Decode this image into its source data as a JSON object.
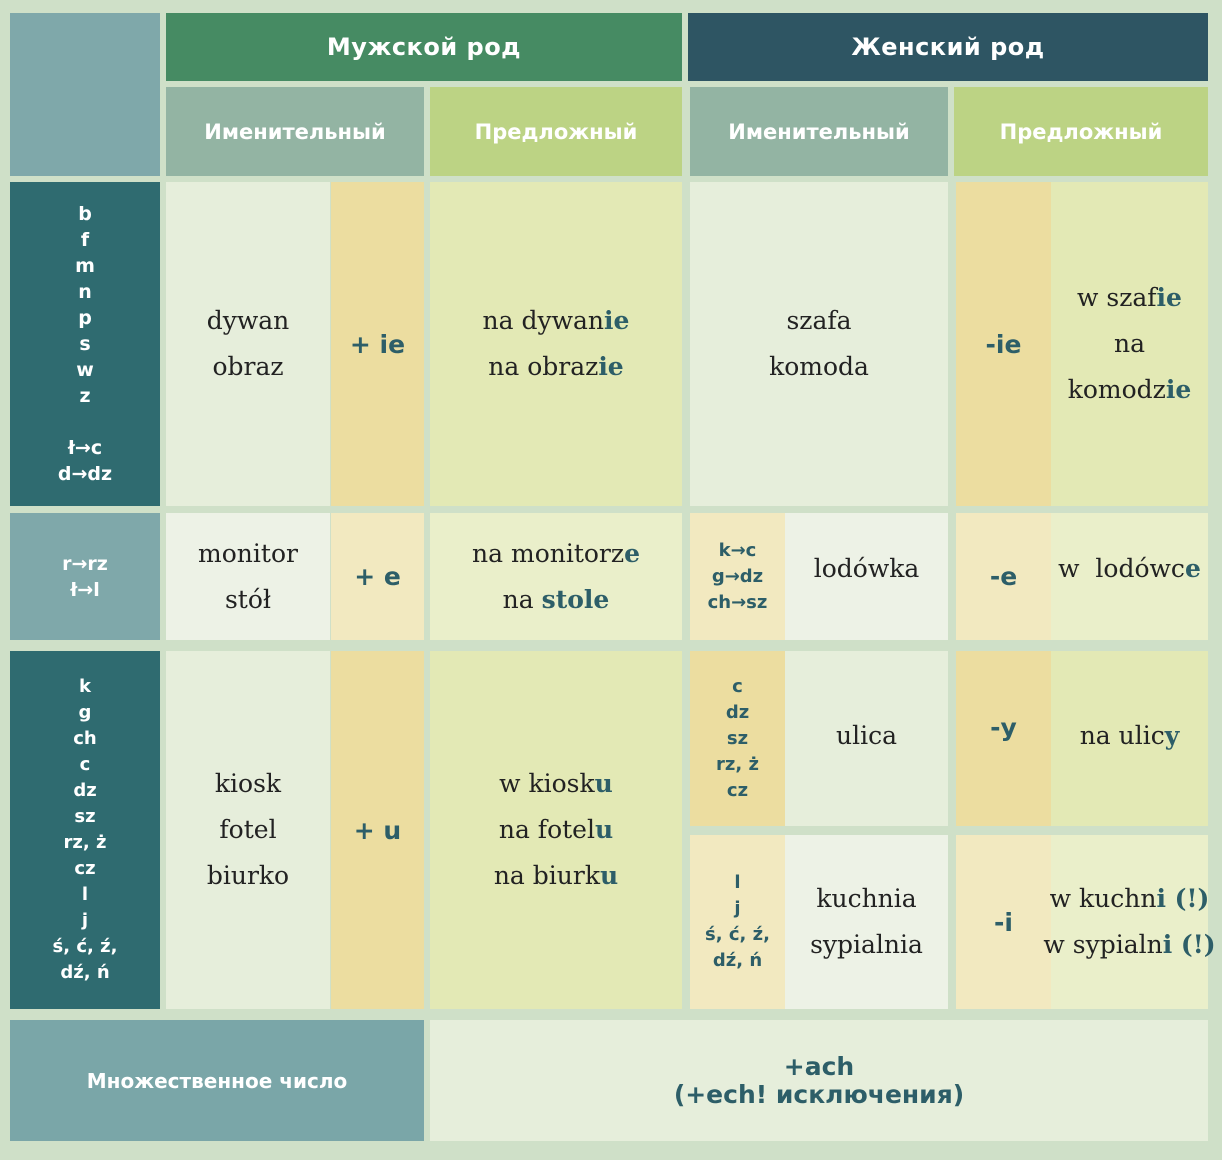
{
  "colors": {
    "background": "#cfe0c8",
    "masculine_header": "#468b63",
    "feminine_header": "#2e5563",
    "nominative_header": "#93b4a3",
    "prepositional_header": "#bcd384",
    "stem_column_dark": "#2f6b70",
    "stem_column_light": "#7fa8aa",
    "word_cell": "#e6eedb",
    "suffix_cell": "#ecdda0",
    "prepositional_cell": "#e3e9b5",
    "plural_label": "#7aa6a8",
    "plural_value": "#e6eedb",
    "ending_text": "#2d5e68"
  },
  "header": {
    "masculine": "Мужской род",
    "feminine": "Женский род",
    "nominative_m": "Именительный",
    "prepositional_m": "Предложный",
    "nominative_f": "Именительный",
    "prepositional_f": "Предложный"
  },
  "row1": {
    "stems": [
      "b",
      "f",
      "m",
      "n",
      "p",
      "s",
      "w",
      "z"
    ],
    "alternations": [
      "ł→c",
      "d→dz"
    ],
    "masc_words": [
      "dywan",
      "obraz"
    ],
    "masc_suffix": "+ ie",
    "masc_prep": [
      {
        "base": "na dywan",
        "ending": "ie"
      },
      {
        "base": "na obraz",
        "ending": "ie"
      }
    ],
    "fem_words": [
      "szafa",
      "komoda"
    ],
    "fem_suffix": "-ie",
    "fem_prep": [
      {
        "base": "w szaf",
        "ending": "ie"
      },
      {
        "base": "na komodz",
        "ending": "ie"
      }
    ]
  },
  "row2": {
    "stems": [
      "r→rz",
      "ł→l"
    ],
    "masc_words": [
      "monitor",
      "stół"
    ],
    "masc_suffix": "+ e",
    "masc_prep": [
      {
        "base": "na monitorz",
        "ending": "e"
      },
      {
        "base": "na ",
        "ending": "stole"
      }
    ],
    "fem_cons": [
      "k→c",
      "g→dz",
      "ch→sz"
    ],
    "fem_word": "lodówka",
    "fem_suffix": "-e",
    "fem_prep": {
      "base": "w  lodówc",
      "ending": "e"
    }
  },
  "row3": {
    "stems": [
      "k",
      "g",
      "ch",
      "c",
      "dz",
      "sz",
      "rz, ż",
      "cz",
      "l",
      "j",
      "ś, ć, ź,",
      "dź, ń"
    ],
    "masc_words": [
      "kiosk",
      "fotel",
      "biurko"
    ],
    "masc_suffix": "+ u",
    "masc_prep": [
      {
        "base": "w kiosk",
        "ending": "u"
      },
      {
        "base": "na fotel",
        "ending": "u"
      },
      {
        "base": "na biurk",
        "ending": "u"
      }
    ],
    "fem_a_cons": [
      "c",
      "dz",
      "sz",
      "rz, ż",
      "cz"
    ],
    "fem_a_word": "ulica",
    "fem_a_suffix": "-y",
    "fem_a_prep": {
      "base": "na ulic",
      "ending": "y"
    },
    "fem_b_cons": [
      "l",
      "j",
      "ś, ć, ź,",
      "dź, ń"
    ],
    "fem_b_words": [
      "kuchnia",
      "sypialnia"
    ],
    "fem_b_suffix": "-i",
    "fem_b_prep": [
      {
        "base": "w kuchn",
        "ending": "i (!)"
      },
      {
        "base": "w sypialn",
        "ending": "i (!)"
      }
    ]
  },
  "plural": {
    "label": "Множественное число",
    "value_line1": "+ach",
    "value_line2": "(+ech! исключения)"
  }
}
